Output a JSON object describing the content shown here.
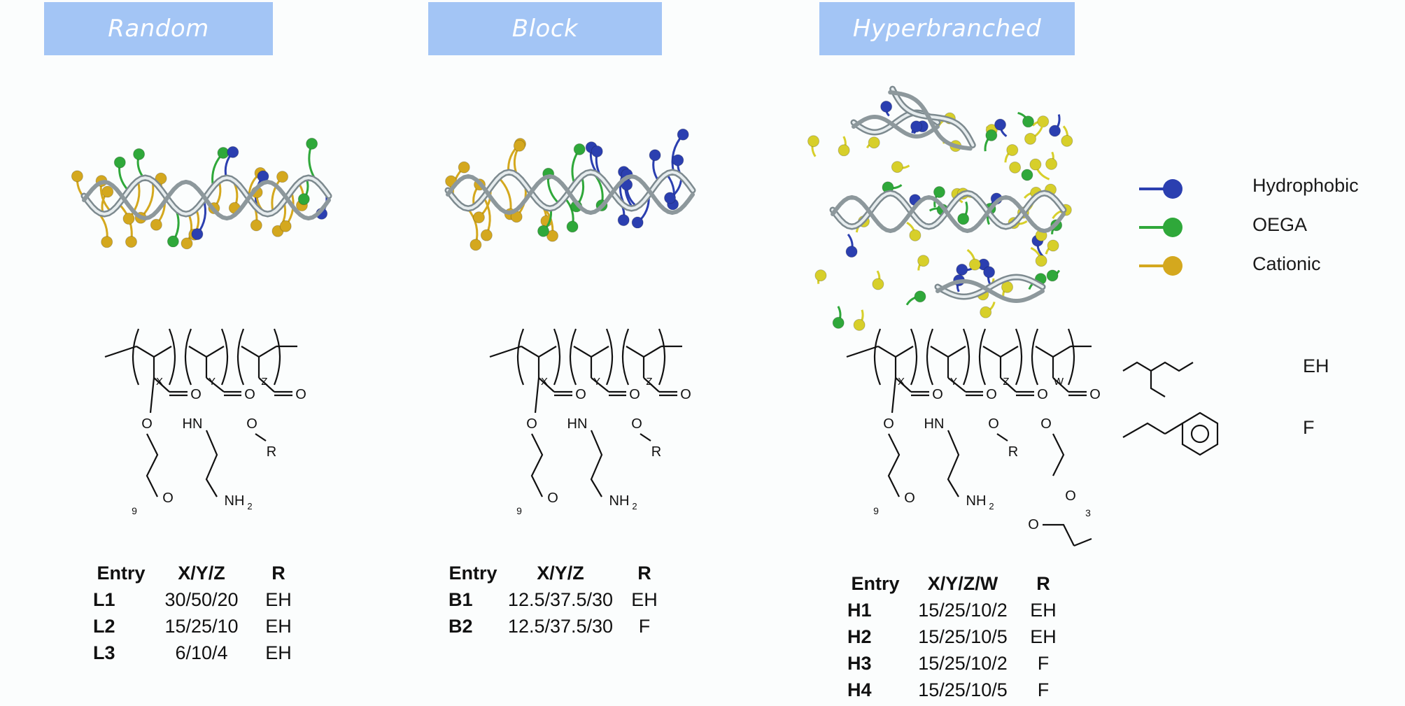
{
  "headers": {
    "random": "Random",
    "block": "Block",
    "hyper": "Hyperbranched"
  },
  "legend": {
    "hydrophobic": "Hydrophobic",
    "oega": "OEGA",
    "cationic": "Cationic",
    "colors": {
      "hydrophobic": "#2b3fb0",
      "oega": "#2fa83a",
      "cationic": "#d4a81e"
    }
  },
  "r_groups": {
    "eh": "EH",
    "f": "F"
  },
  "chem": {
    "x": "X",
    "y": "Y",
    "z": "Z",
    "w": "W",
    "o": "O",
    "hn": "HN",
    "nh2": "NH",
    "sub2": "2",
    "r": "R",
    "nine": "9",
    "three": "3"
  },
  "tables": {
    "random": {
      "headers": [
        "Entry",
        "X/Y/Z",
        "R"
      ],
      "rows": [
        [
          "L1",
          "30/50/20",
          "EH"
        ],
        [
          "L2",
          "15/25/10",
          "EH"
        ],
        [
          "L3",
          "6/10/4",
          "EH"
        ]
      ]
    },
    "block": {
      "headers": [
        "Entry",
        "X/Y/Z",
        "R"
      ],
      "rows": [
        [
          "B1",
          "12.5/37.5/30",
          "EH"
        ],
        [
          "B2",
          "12.5/37.5/30",
          "F"
        ]
      ]
    },
    "hyper": {
      "headers": [
        "Entry",
        "X/Y/Z/W",
        "R"
      ],
      "rows": [
        [
          "H1",
          "15/25/10/2",
          "EH"
        ],
        [
          "H2",
          "15/25/10/5",
          "EH"
        ],
        [
          "H3",
          "15/25/10/2",
          "F"
        ],
        [
          "H4",
          "15/25/10/5",
          "F"
        ]
      ]
    }
  }
}
